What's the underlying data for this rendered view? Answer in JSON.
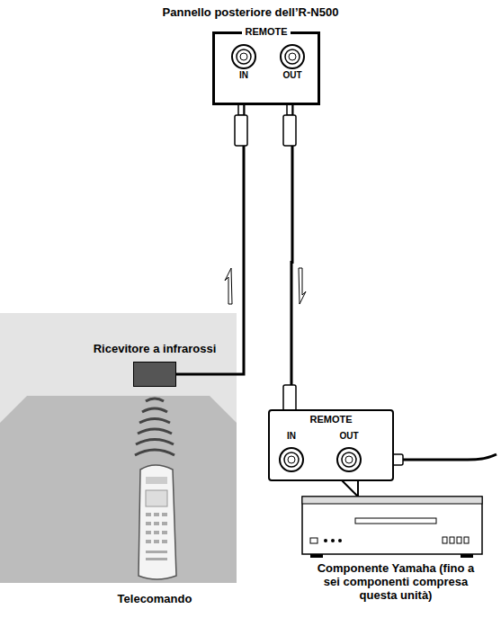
{
  "diagram": {
    "title": "Pannello posteriore dell’R-N500",
    "nodes": [
      {
        "text": [
          "REMOTE"
        ]
      },
      {
        "text": [
          "IN"
        ],
        "in": 0
      },
      {
        "text": [
          "OUT"
        ],
        "in": 0
      },
      {
        "text": [
          "Ricevitore a infrarossi"
        ]
      },
      {
        "text": [
          "REMOTE"
        ]
      },
      {
        "text": [
          "IN"
        ],
        "in": 4
      },
      {
        "text": [
          "OUT"
        ],
        "in": 4
      }
    ],
    "edges": [
      {
        "from": 3,
        "to": 1,
        "arrow": "to"
      },
      {
        "from": 2,
        "to": 5,
        "arrow": "to"
      }
    ],
    "labels": [
      "Telecomando",
      "Componente Yamaha (fino a sei componenti compresa questa unità)"
    ]
  }
}
